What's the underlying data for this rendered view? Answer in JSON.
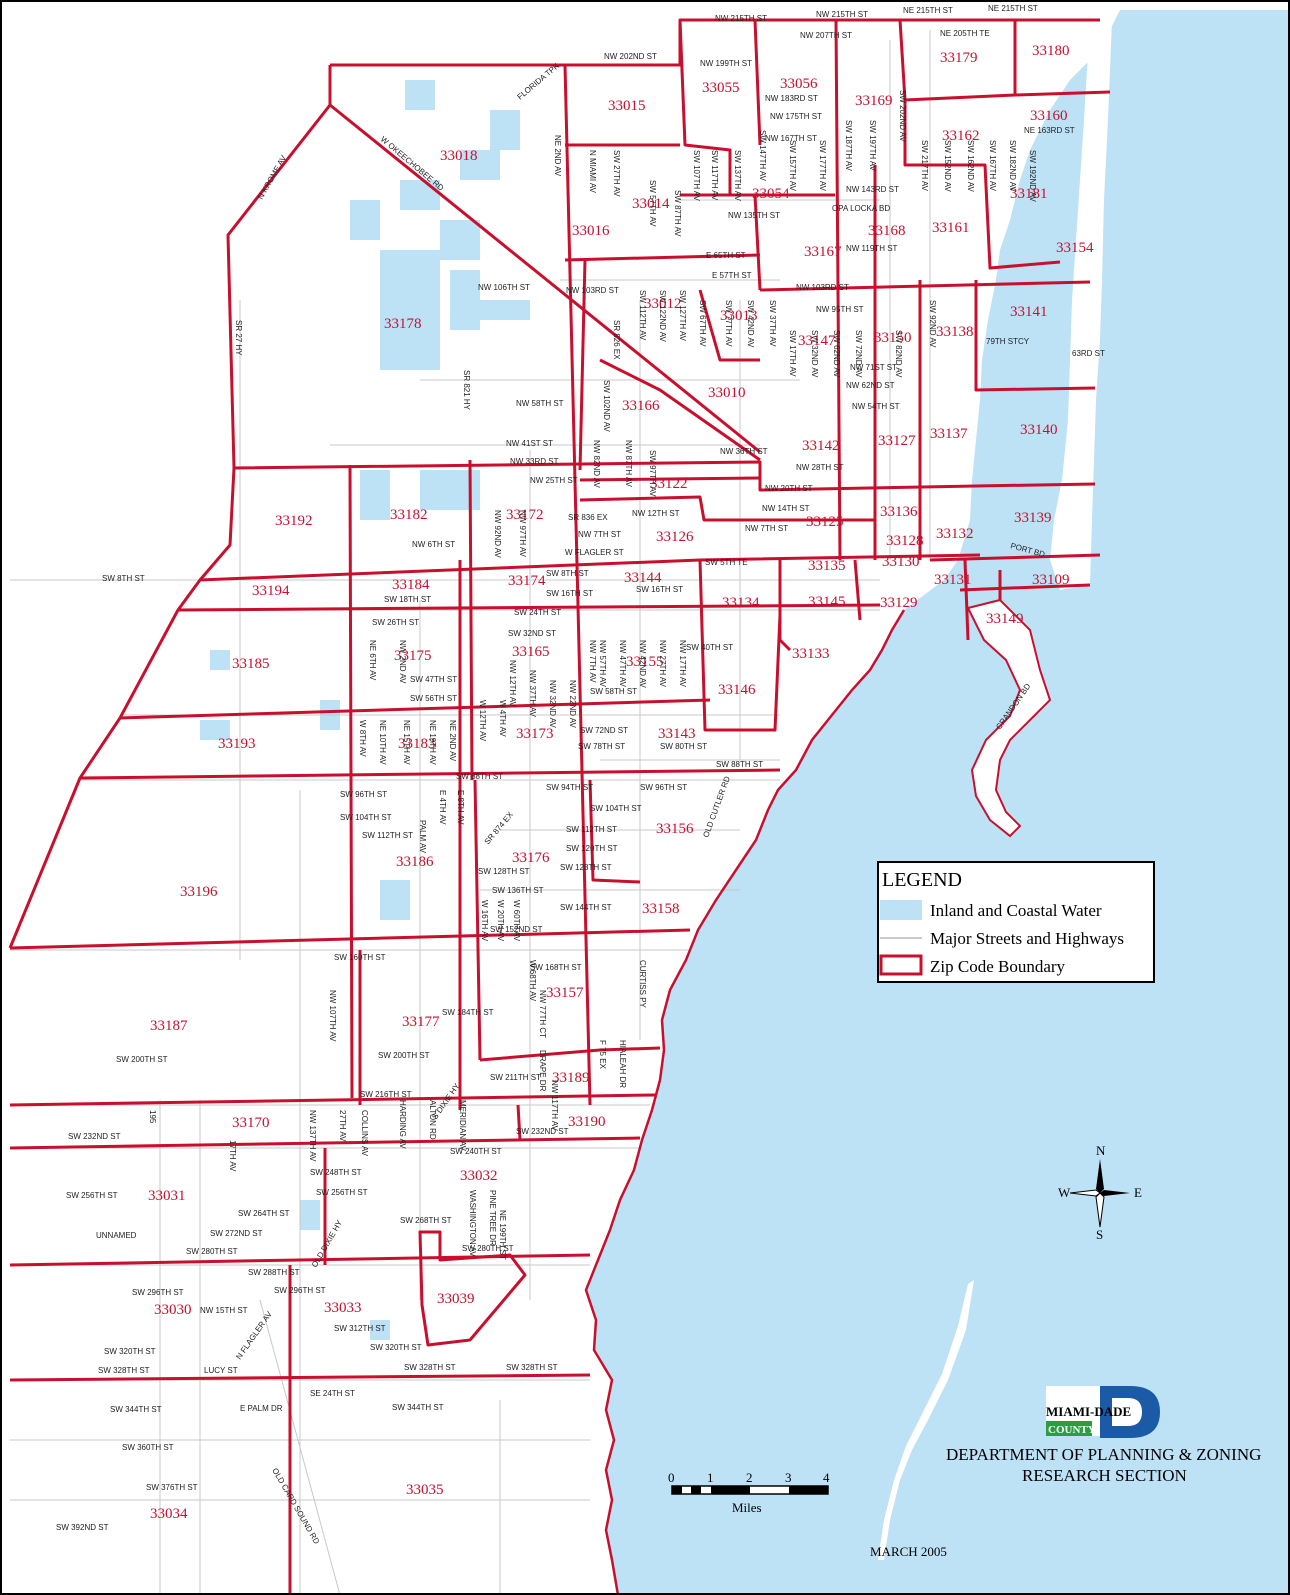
{
  "colors": {
    "water": "#bde1f5",
    "boundary": "#c8102e",
    "streets": "#b8b8b8",
    "land": "#ffffff",
    "text": "#000000",
    "logo_blue": "#1b5aa6",
    "logo_green": "#2c9d43"
  },
  "legend": {
    "title": "LEGEND",
    "items": [
      {
        "label": "Inland and Coastal Water",
        "symbol": "water"
      },
      {
        "label": "Major Streets and Highways",
        "symbol": "streets"
      },
      {
        "label": "Zip Code Boundary",
        "symbol": "boundary"
      }
    ]
  },
  "scale_bar": {
    "ticks": [
      "0",
      "1",
      "2",
      "3",
      "4"
    ],
    "unit": "Miles"
  },
  "north_arrow": {
    "letters": [
      "N",
      "E",
      "S",
      "W"
    ]
  },
  "logo": {
    "line1": "MIAMI-DADE",
    "line2": "COUNTY"
  },
  "credits": {
    "line1": "DEPARTMENT OF PLANNING & ZONING",
    "line2": "RESEARCH SECTION"
  },
  "date": "MARCH 2005",
  "zip_codes": [
    "33179",
    "33180",
    "33055",
    "33056",
    "33169",
    "33015",
    "33160",
    "33018",
    "33162",
    "33054",
    "33181",
    "33014",
    "33161",
    "33016",
    "33168",
    "33167",
    "33154",
    "33012",
    "33013",
    "33141",
    "33178",
    "33147",
    "33150",
    "33138",
    "33010",
    "33166",
    "33140",
    "33142",
    "33127",
    "33137",
    "33122",
    "33192",
    "33182",
    "33172",
    "33136",
    "33139",
    "33125",
    "33126",
    "33132",
    "33128",
    "33130",
    "33135",
    "33194",
    "33184",
    "33174",
    "33144",
    "33131",
    "33109",
    "33134",
    "33145",
    "33129",
    "33185",
    "33175",
    "33165",
    "33149",
    "33155",
    "33133",
    "33146",
    "33193",
    "33183",
    "33173",
    "33143",
    "33156",
    "33186",
    "33176",
    "33196",
    "33158",
    "33157",
    "33187",
    "33177",
    "33189",
    "33170",
    "33190",
    "33032",
    "33031",
    "33039",
    "33030",
    "33033",
    "33035",
    "33034"
  ],
  "streets": [
    "NW 215TH ST",
    "NW 215TH ST",
    "NE 215TH ST",
    "NE 215TH ST",
    "NW 207TH ST",
    "NE 205TH TE",
    "NW 202ND ST",
    "NW 199TH ST",
    "NW 183RD ST",
    "NW 175TH ST",
    "NW 167TH ST",
    "NE 163RD ST",
    "NW 143RD ST",
    "OPA LOCKA BD",
    "NW 135TH ST",
    "NW 119TH ST",
    "E 65TH ST",
    "E 57TH ST",
    "NW 106TH ST",
    "NW 103RD ST",
    "NW 103RD ST",
    "NW 95TH ST",
    "NW 71ST ST",
    "NW 62ND ST",
    "NW 54TH ST",
    "NW 58TH ST",
    "NW 41ST ST",
    "NW 33RD ST",
    "NW 25TH ST",
    "NW 36TH ST",
    "NW 28TH ST",
    "NW 20TH ST",
    "NW 14TH ST",
    "NW 12TH ST",
    "NW 7TH ST",
    "NW 7TH ST",
    "NW 6TH ST",
    "W FLAGLER ST",
    "79TH STCY",
    "63RD ST",
    "SW 8TH ST",
    "SW 5TH TE",
    "SW 8TH ST",
    "SW 16TH ST",
    "SW 16TH ST",
    "SW 18TH ST",
    "SW 24TH ST",
    "SW 26TH ST",
    "SW 32ND ST",
    "SW 40TH ST",
    "SW 47TH ST",
    "SW 56TH ST",
    "SW 58TH ST",
    "SW 72ND ST",
    "SW 78TH ST",
    "SW 80TH ST",
    "SW 88TH ST",
    "SW 88TH ST",
    "SW 96TH ST",
    "SW 94TH ST",
    "SW 96TH ST",
    "SW 104TH ST",
    "SW 104TH ST",
    "SW 112TH ST",
    "SW 112TH ST",
    "SW 120TH ST",
    "SW 128TH ST",
    "SW 128TH ST",
    "SW 136TH ST",
    "SW 144TH ST",
    "SW 152ND ST",
    "SW 160TH ST",
    "SW 168TH ST",
    "SW 184TH ST",
    "SW 200TH ST",
    "SW 200TH ST",
    "SW 211TH ST",
    "SW 216TH ST",
    "SW 232ND ST",
    "SW 232ND ST",
    "SW 240TH ST",
    "SW 248TH ST",
    "SW 256TH ST",
    "SW 256TH ST",
    "SW 264TH ST",
    "SW 272ND ST",
    "UNNAMED",
    "SW 268TH ST",
    "SW 280TH ST",
    "SW 280TH ST",
    "SW 288TH ST",
    "SW 296TH ST",
    "SW 296TH ST",
    "NW 15TH ST",
    "SW 312TH ST",
    "SW 320TH ST",
    "SW 320TH ST",
    "SW 328TH ST",
    "SW 328TH ST",
    "SW 328TH ST",
    "LUCY ST",
    "SE 24TH ST",
    "SW 344TH ST",
    "SW 344TH ST",
    "E PALM DR",
    "SW 360TH ST",
    "SW 376TH ST",
    "SW 392ND ST",
    "N KROME AV",
    "W OKEECHOBEE RD",
    "FLORIDA TPK",
    "SR 27 HY",
    "SR 826 EX",
    "SR 821 HY",
    "SR 836 EX",
    "SR 874 EX",
    "OLD CUTLER RD",
    "S DIXIE HY",
    "OLD DIXIE HY",
    "N FLAGLER AV",
    "OLD CARD SOUND RD",
    "CRANDON BD",
    "PORT BD",
    "NE 2ND AV",
    "N MIAMI AV",
    "SW 27TH AV",
    "SW 57TH AV",
    "SW 87TH AV",
    "SW 107TH AV",
    "SW 117TH AV",
    "SW 137TH AV",
    "SW 147TH AV",
    "SW 157TH AV",
    "SW 177TH AV",
    "SW 187TH AV",
    "SW 197TH AV",
    "SW 202ND AV",
    "SW 217TH AV",
    "SW 152ND AV",
    "SW 162ND AV",
    "SW 167TH AV",
    "SW 182ND AV",
    "SW 192ND AV",
    "SW 112TH AV",
    "SW 122ND AV",
    "SW 127TH AV",
    "SW 67TH AV",
    "SW 77TH AV",
    "SW 42ND AV",
    "SW 37TH AV",
    "SW 17TH AV",
    "SW 32ND AV",
    "SW 62ND AV",
    "SW 72ND AV",
    "SW 82ND AV",
    "SW 92ND AV",
    "SW 97TH AV",
    "SW 102ND AV",
    "NW 87TH AV",
    "NW 82ND AV",
    "NW 97TH AV",
    "NW 92ND AV",
    "NW 57TH AV",
    "NW 47TH AV",
    "NW 42ND AV",
    "NW 27TH AV",
    "NW 17TH AV",
    "NW 12TH AV",
    "NW 37TH AV",
    "NW 32ND AV",
    "NW 22ND AV",
    "NW 7TH AV",
    "NW 2ND AV",
    "NE 6TH AV",
    "NE 10TH AV",
    "NE 15TH AV",
    "NE 19TH AV",
    "NE 2ND AV",
    "W 12TH AV",
    "W 4TH AV",
    "W 8TH AV",
    "E 4TH AV",
    "E 8TH AV",
    "PALM AV",
    "W 16TH AV",
    "W 20TH AV",
    "W 60TH AV",
    "W 68TH AV",
    "NW 77TH CT",
    "F 75 EX",
    "HIALEAH DR",
    "CURTISS PY",
    "DRAPE DR",
    "NW 117TH AV",
    "NW 107TH AV",
    "NW 137TH AV",
    "27TH AV",
    "COLLINS AV",
    "HARDING AV",
    "ALTON RD",
    "MERIDIAN AV",
    "WASHINGTON AV",
    "PINE TREE DR",
    "NE 199TH ST",
    "17TH AV",
    "195"
  ]
}
